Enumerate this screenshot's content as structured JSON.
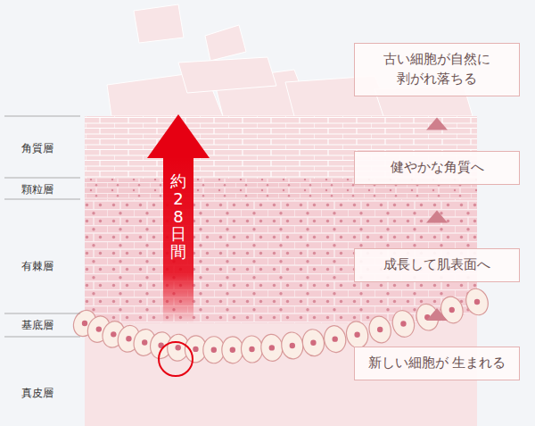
{
  "diagram": {
    "nodes": [
      {
        "text": [
          "古い細胞が自然に 剥がれ落ちる"
        ]
      },
      {
        "text": [
          "健やかな角質へ"
        ]
      },
      {
        "text": [
          "成長して肌表面へ"
        ]
      },
      {
        "text": [
          "新しい細胞が 生まれる"
        ]
      }
    ],
    "edges": [
      {
        "from": 3,
        "to": 2,
        "arrow": "to"
      },
      {
        "from": 2,
        "to": 1,
        "arrow": "to"
      },
      {
        "from": 1,
        "to": 0,
        "arrow": "to"
      }
    ],
    "labels": [
      "角質層",
      "顆粒層",
      "有棘層",
      "基底層",
      "真皮層",
      "約28日間"
    ]
  }
}
